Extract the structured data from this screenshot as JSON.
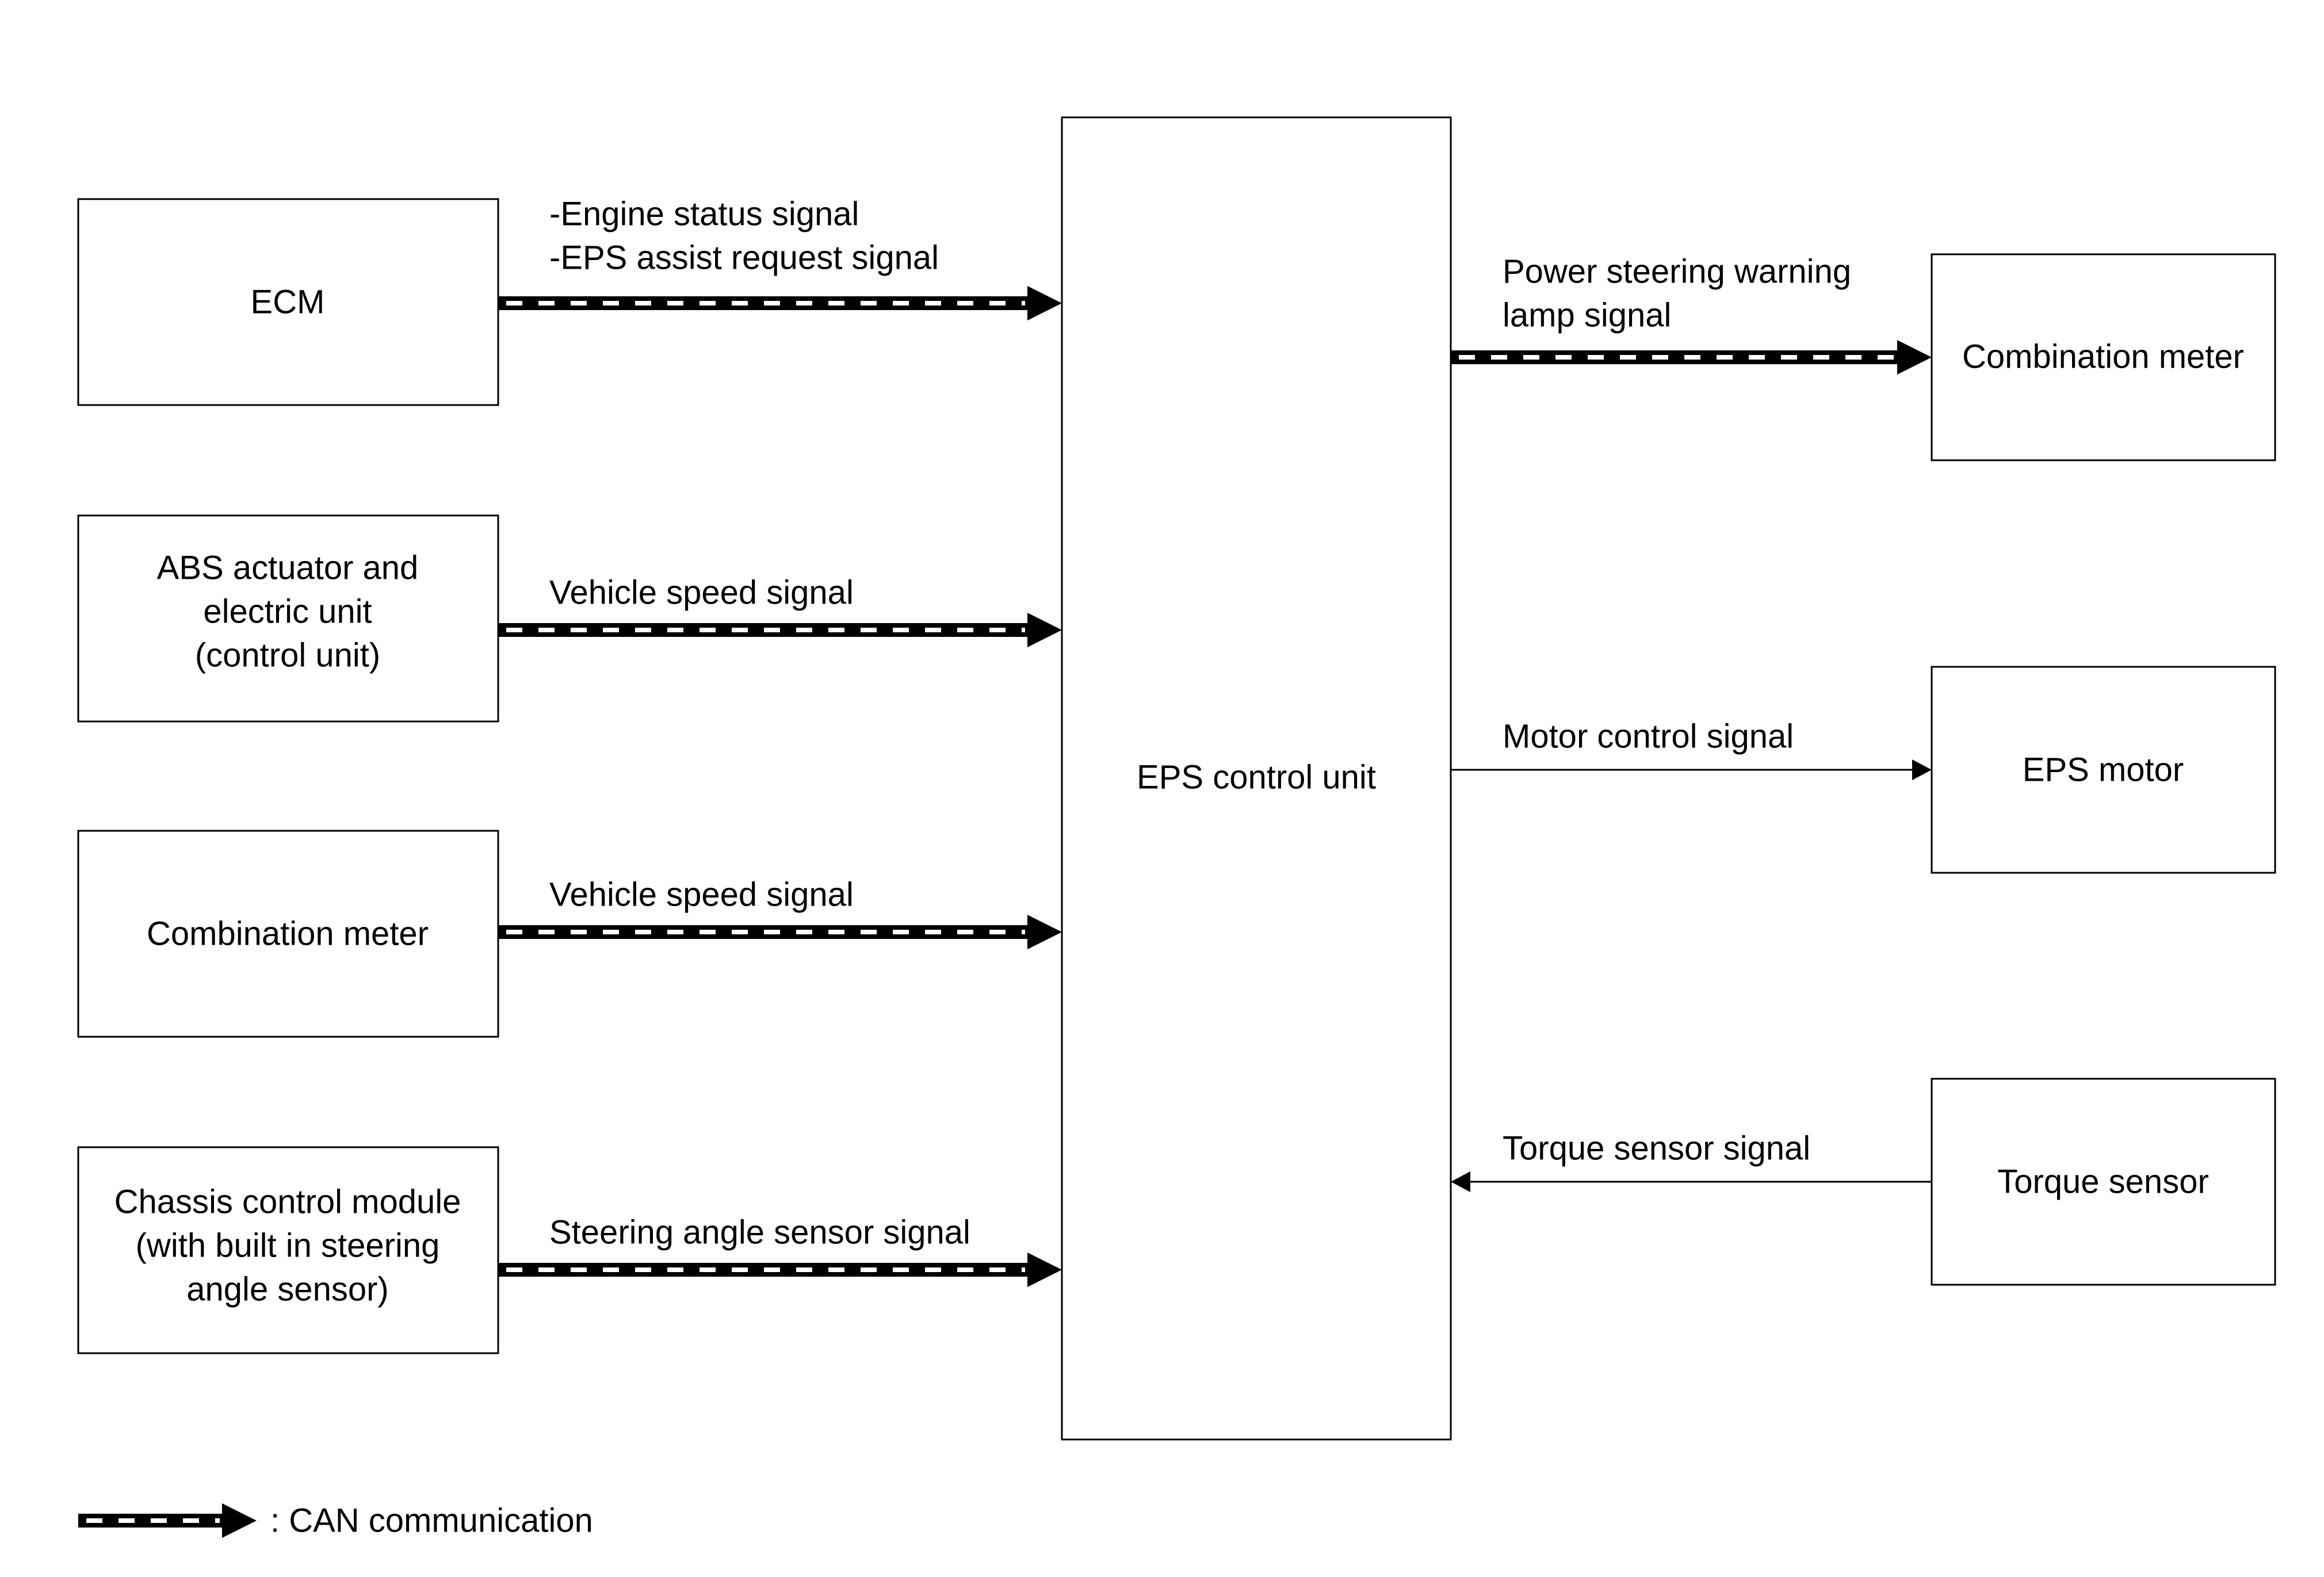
{
  "nodes": {
    "ecm": [
      "ECM"
    ],
    "abs": [
      "ABS actuator and",
      "electric unit",
      "(control unit)"
    ],
    "combo_left": [
      "Combination meter"
    ],
    "chassis": [
      "Chassis control module",
      "(with built in steering",
      "angle sensor)"
    ],
    "eps_cu": [
      "EPS control unit"
    ],
    "combo_right": [
      "Combination meter"
    ],
    "eps_motor": [
      "EPS motor"
    ],
    "torque": [
      "Torque sensor"
    ]
  },
  "edges": {
    "ecm_to_eps": {
      "type": "can",
      "label": [
        "-Engine status signal",
        "-EPS assist request signal"
      ]
    },
    "abs_to_eps": {
      "type": "can",
      "label": [
        "Vehicle speed signal"
      ]
    },
    "combo_to_eps": {
      "type": "can",
      "label": [
        "Vehicle speed signal"
      ]
    },
    "chassis_to_eps": {
      "type": "can",
      "label": [
        "Steering angle sensor signal"
      ]
    },
    "eps_to_combo": {
      "type": "can",
      "label": [
        "Power steering warning",
        "lamp signal"
      ]
    },
    "eps_to_motor": {
      "type": "wire",
      "label": [
        "Motor control signal"
      ]
    },
    "torque_to_eps": {
      "type": "wire",
      "label": [
        "Torque sensor signal"
      ]
    }
  },
  "legend": {
    "text": ": CAN communication"
  }
}
